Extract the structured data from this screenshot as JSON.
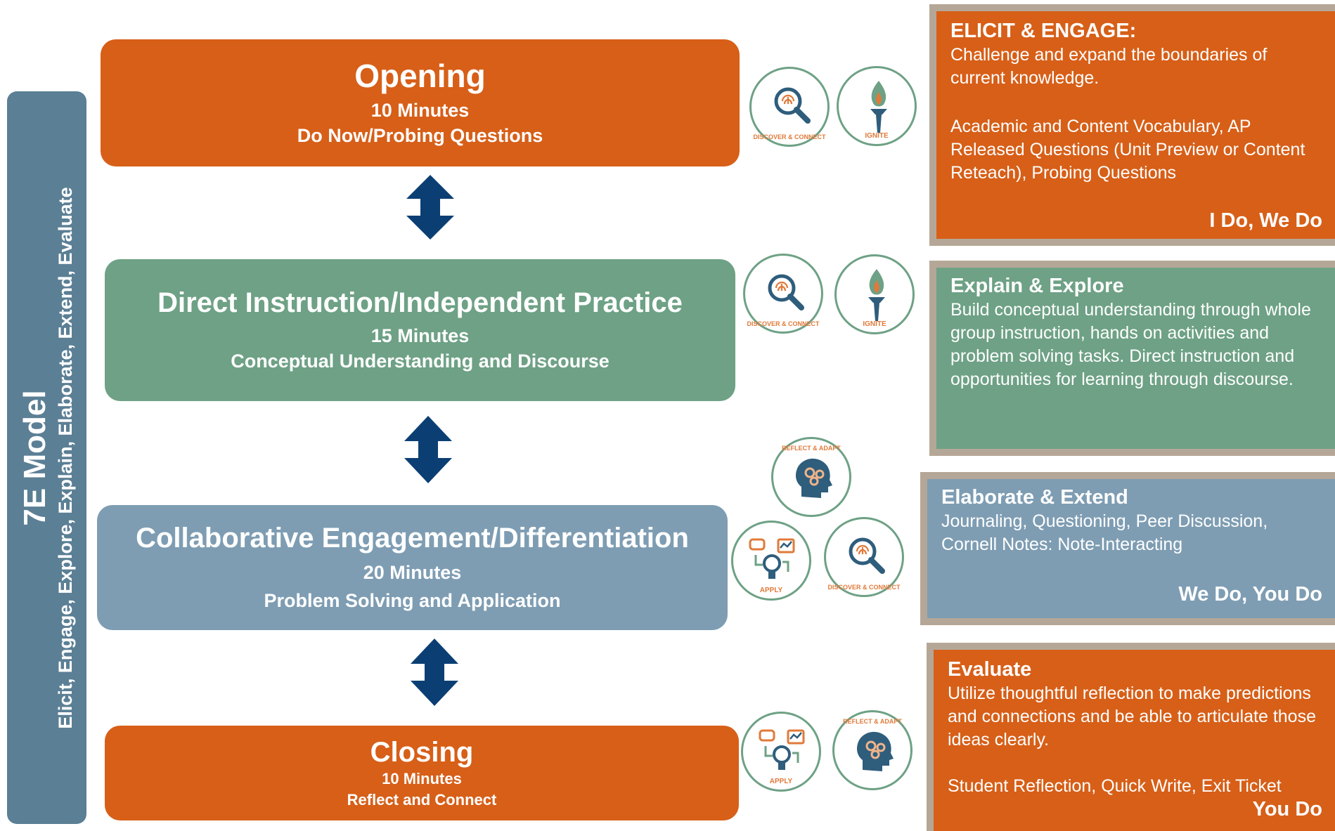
{
  "side": {
    "title": "7E Model",
    "subtitle": "Elicit, Engage, Explore, Explain, Elaborate, Extend, Evaluate"
  },
  "stages": [
    {
      "title": "Opening",
      "minutes": "10 Minutes",
      "desc": "Do Now/Probing Questions"
    },
    {
      "title": "Direct Instruction/Independent Practice",
      "minutes": "15 Minutes",
      "desc": "Conceptual Understanding and Discourse"
    },
    {
      "title": "Collaborative Engagement/Differentiation",
      "minutes": "20 Minutes",
      "desc": "Problem Solving and Application"
    },
    {
      "title": "Closing",
      "minutes": "10 Minutes",
      "desc": "Reflect and Connect"
    }
  ],
  "badges": {
    "discover": "DISCOVER & CONNECT",
    "ignite": "IGNITE",
    "reflect": "REFLECT & ADAPT",
    "apply": "APPLY"
  },
  "panels": [
    {
      "heading": "ELICIT & ENGAGE:",
      "p1": "Challenge and expand the boundaries of current knowledge.",
      "p2": "Academic and Content Vocabulary, AP Released Questions (Unit Preview or Content Reteach), Probing Questions",
      "footer": "I Do, We Do"
    },
    {
      "heading": "Explain & Explore",
      "p1": "Build conceptual understanding through whole group instruction, hands on activities and problem solving tasks. Direct instruction and opportunities for learning through discourse.",
      "p2": "",
      "footer": ""
    },
    {
      "heading": "Elaborate & Extend",
      "p1": "Journaling, Questioning, Peer Discussion, Cornell Notes: Note-Interacting",
      "p2": "",
      "footer": "We Do, You Do"
    },
    {
      "heading": "Evaluate",
      "p1": "Utilize thoughtful reflection to make predictions and connections and be able to articulate those ideas clearly.",
      "p2": "Student Reflection, Quick Write, Exit Ticket",
      "footer": "You Do"
    }
  ],
  "colors": {
    "orange": "#d75f18",
    "green": "#6ea185",
    "blue": "#7e9db3",
    "slate": "#5b7f95",
    "navy": "#0b3f74",
    "frame": "#b5a797"
  }
}
